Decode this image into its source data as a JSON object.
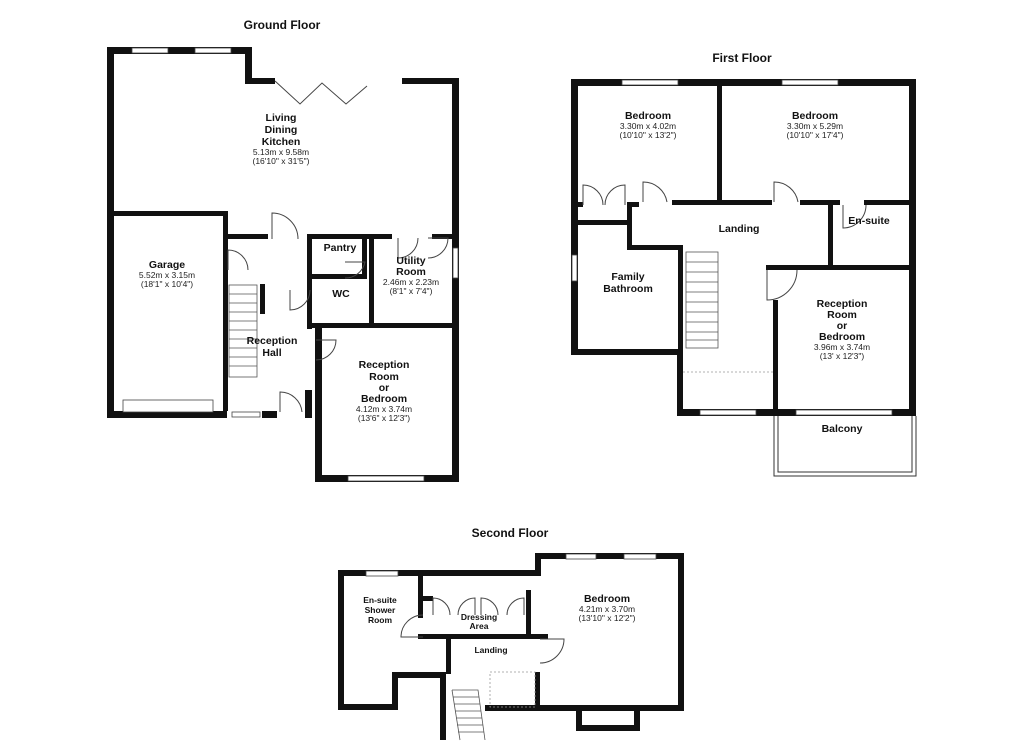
{
  "floors": {
    "ground": {
      "title": "Ground Floor",
      "living": {
        "name": [
          "Living",
          "Dining",
          "Kitchen"
        ],
        "metric": "5.13m x 9.58m",
        "imperial": "(16'10\" x 31'5\")"
      },
      "garage": {
        "name": "Garage",
        "metric": "5.52m x 3.15m",
        "imperial": "(18'1\" x 10'4\")"
      },
      "pantry": {
        "name": "Pantry"
      },
      "utility": {
        "name": [
          "Utility",
          "Room"
        ],
        "metric": "2.46m x 2.23m",
        "imperial": "(8'1\" x 7'4\")"
      },
      "wc": {
        "name": "WC"
      },
      "hall": {
        "name": [
          "Reception",
          "Hall"
        ]
      },
      "reception": {
        "name": [
          "Reception",
          "Room",
          "or",
          "Bedroom"
        ],
        "metric": "4.12m x 3.74m",
        "imperial": "(13'6\" x 12'3\")"
      }
    },
    "first": {
      "title": "First Floor",
      "bedroom1": {
        "name": "Bedroom",
        "metric": "3.30m x 4.02m",
        "imperial": "(10'10\" x 13'2\")"
      },
      "bedroom2": {
        "name": "Bedroom",
        "metric": "3.30m x 5.29m",
        "imperial": "(10'10\" x 17'4\")"
      },
      "landing": {
        "name": "Landing"
      },
      "ensuite": {
        "name": "En-suite"
      },
      "bathroom": {
        "name": [
          "Family",
          "Bathroom"
        ]
      },
      "reception": {
        "name": [
          "Reception",
          "Room",
          "or",
          "Bedroom"
        ],
        "metric": "3.96m x 3.74m",
        "imperial": "(13' x 12'3\")"
      },
      "balcony": {
        "name": "Balcony"
      }
    },
    "second": {
      "title": "Second Floor",
      "shower": {
        "name": [
          "En-suite",
          "Shower",
          "Room"
        ]
      },
      "dressing": {
        "name": [
          "Dressing",
          "Area"
        ]
      },
      "landing": {
        "name": "Landing"
      },
      "bedroom": {
        "name": "Bedroom",
        "metric": "4.21m x 3.70m",
        "imperial": "(13'10\" x 12'2\")"
      }
    }
  }
}
